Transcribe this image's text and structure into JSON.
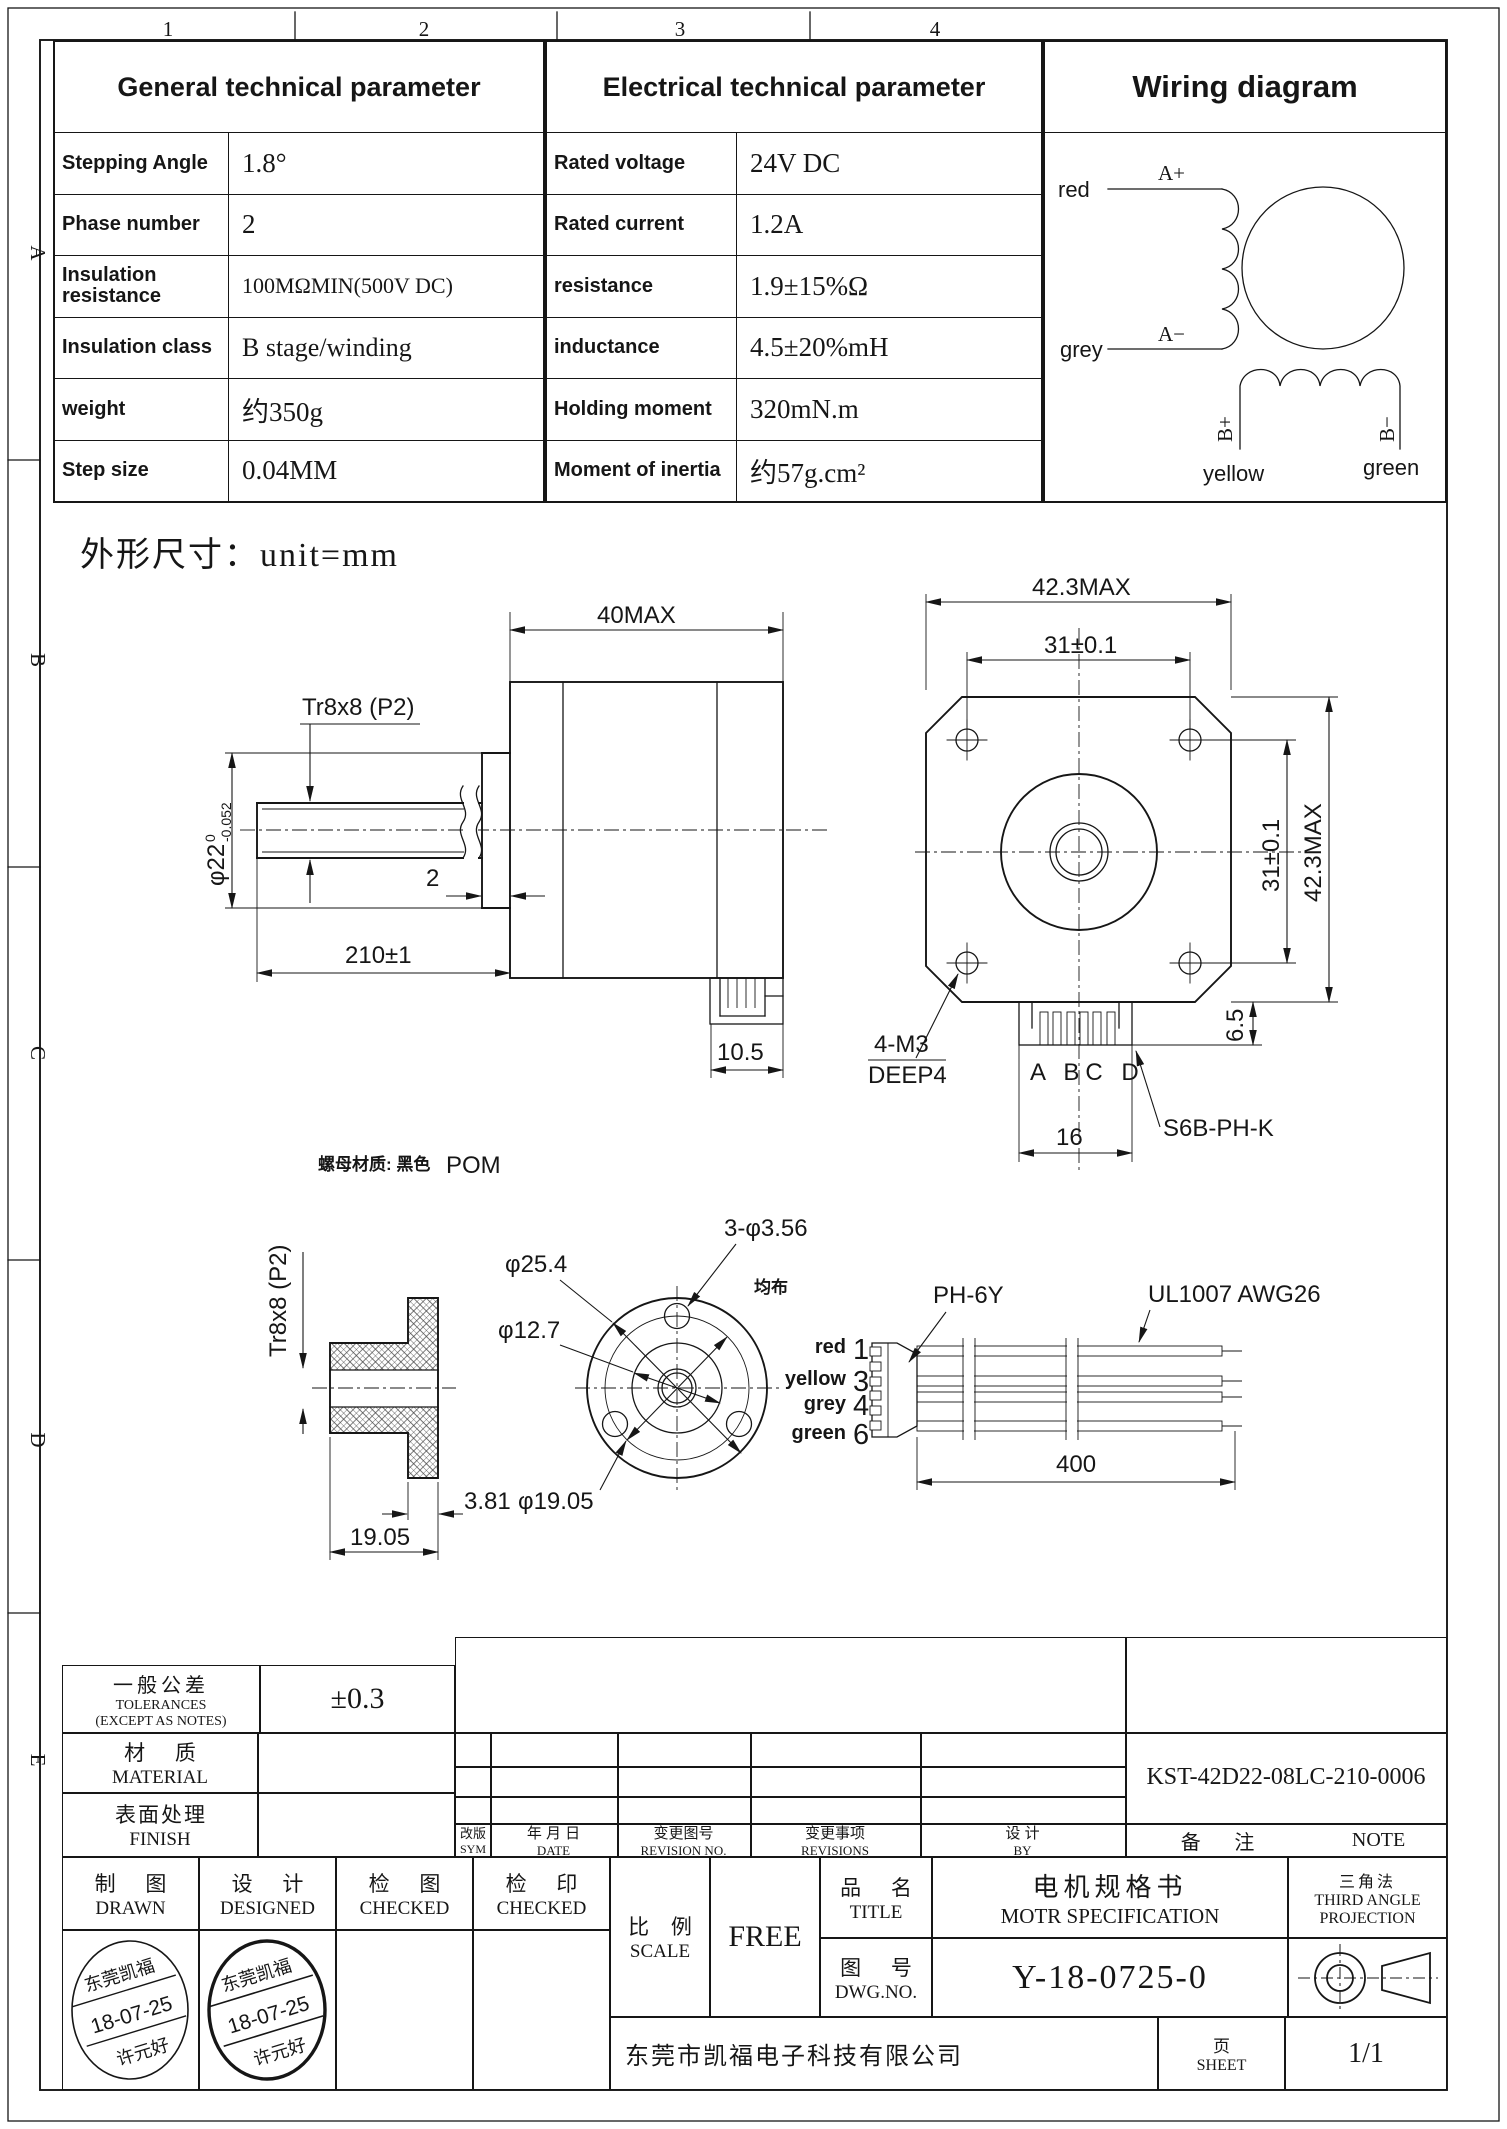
{
  "sheet": {
    "cols": [
      "1",
      "2",
      "3",
      "4"
    ],
    "rows": [
      "A",
      "B",
      "C",
      "D",
      "E"
    ]
  },
  "general": {
    "title": "General technical parameter",
    "rows": [
      {
        "label": "Stepping Angle",
        "value": "1.8°"
      },
      {
        "label": "Phase number",
        "value": "2"
      },
      {
        "label": "Insulation resistance",
        "value": "100MΩMIN(500V DC)"
      },
      {
        "label": "Insulation class",
        "value": "B stage/winding"
      },
      {
        "label": "weight",
        "value": "约350g"
      },
      {
        "label": "Step size",
        "value": "0.04MM"
      }
    ]
  },
  "electrical": {
    "title": "Electrical technical parameter",
    "rows": [
      {
        "label": "Rated voltage",
        "value": "24V DC"
      },
      {
        "label": "Rated current",
        "value": "1.2A"
      },
      {
        "label": "resistance",
        "value": "1.9±15%Ω"
      },
      {
        "label": "inductance",
        "value": "4.5±20%mH"
      },
      {
        "label": "Holding moment",
        "value": "320mN.m"
      },
      {
        "label": "Moment of inertia",
        "value": "约57g.cm²"
      }
    ]
  },
  "wiring": {
    "title": "Wiring diagram",
    "red": "red",
    "grey": "grey",
    "yellow": "yellow",
    "green": "green",
    "a_plus": "A+",
    "a_minus": "A−",
    "b_plus": "B+",
    "b_minus": "B−"
  },
  "outline": {
    "heading": "外形尺寸：unit=mm"
  },
  "side_view": {
    "dim_length": "40MAX",
    "thread": "Tr8x8 (P2)",
    "dia_main": "φ22",
    "dia_tol_top": "0",
    "dia_tol_bottom": "-0.052",
    "dim_step": "2",
    "dim_shaft": "210±1",
    "dim_connector": "10.5"
  },
  "front_view": {
    "dim_width": "42.3MAX",
    "dim_holes": "31±0.1",
    "dim_holes_v": "31±0.1",
    "dim_height_v": "42.3MAX",
    "tap": "4-M3",
    "tap_depth": "DEEP4",
    "pin_labels": "A BC D",
    "dim_conn": "16",
    "dim_conn_h": "6.5",
    "connector": "S6B-PH-K"
  },
  "nut": {
    "note_zh": "螺母材质: 黑色",
    "note_en": "POM",
    "thread": "Tr8x8 (P2)",
    "dim_hub": "3.81",
    "dia_bolt": "φ19.05",
    "dim_od": "19.05"
  },
  "flange": {
    "dia_outer": "φ25.4",
    "dia_mid": "φ12.7",
    "holes": "3-φ3.56",
    "holes_note": "均布"
  },
  "harness": {
    "connector": "PH-6Y",
    "wire_spec": "UL1007 AWG26",
    "dim_length": "400",
    "wires": [
      {
        "color": "red",
        "pin": "1"
      },
      {
        "color": "yellow",
        "pin": "3"
      },
      {
        "color": "grey",
        "pin": "4"
      },
      {
        "color": "green",
        "pin": "6"
      }
    ]
  },
  "title_block": {
    "tolerance": {
      "zh": "一般公差",
      "en": "TOLERANCES",
      "note": "(EXCEPT AS NOTES)",
      "value": "±0.3"
    },
    "material": {
      "zh": "材  质",
      "en": "MATERIAL"
    },
    "finish": {
      "zh": "表面处理",
      "en": "FINISH"
    },
    "revision": {
      "sym_zh": "改版",
      "sym_en": "SYM",
      "date_zh": "年 月 日",
      "date_en": "DATE",
      "no_zh": "变更图号",
      "no_en": "REVISION NO.",
      "items_zh": "变更事项",
      "items_en": "REVISIONS",
      "by_zh": "设 计",
      "by_en": "BY",
      "note_zh": "备  注",
      "note_en": "NOTE"
    },
    "part_no": "KST-42D22-08LC-210-0006",
    "roles": {
      "drawn_zh": "制  图",
      "drawn_en": "DRAWN",
      "designed_zh": "设  计",
      "designed_en": "DESIGNED",
      "checked_zh": "检  图",
      "checked_en": "CHECKED",
      "checked2_zh": "检  印",
      "checked2_en": "CHECKED"
    },
    "stamp": {
      "line1": "东莞凯福",
      "line2": "18-07-25",
      "line3": "许元好"
    },
    "scale": {
      "zh": "比 例",
      "en": "SCALE",
      "value": "FREE"
    },
    "title": {
      "zh": "品  名",
      "en": "TITLE",
      "value_zh": "电机规格书",
      "value_en": "MOTR SPECIFICATION"
    },
    "dwg": {
      "zh": "图  号",
      "en": "DWG.NO.",
      "value": "Y-18-0725-0"
    },
    "projection": {
      "zh": "三角法",
      "en1": "THIRD ANGLE",
      "en2": "PROJECTION"
    },
    "company": "东莞市凯福电子科技有限公司",
    "sheet": {
      "zh": "页",
      "en": "SHEET",
      "value": "1/1"
    }
  }
}
